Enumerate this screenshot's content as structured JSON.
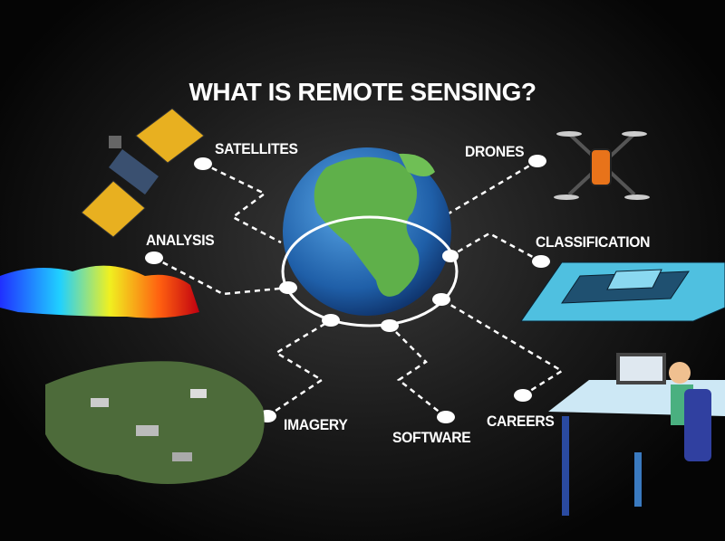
{
  "title": "WHAT IS REMOTE SENSING?",
  "labels": {
    "satellites": "SATELLITES",
    "drones": "DRONES",
    "analysis": "ANALYSIS",
    "classification": "CLASSIFICATION",
    "imagery": "IMAGERY",
    "software": "SOFTWARE",
    "careers": "CAREERS"
  },
  "colors": {
    "background": "#000000",
    "text": "#ffffff",
    "ocean": "#2f78c0",
    "land": "#5fb04a"
  }
}
